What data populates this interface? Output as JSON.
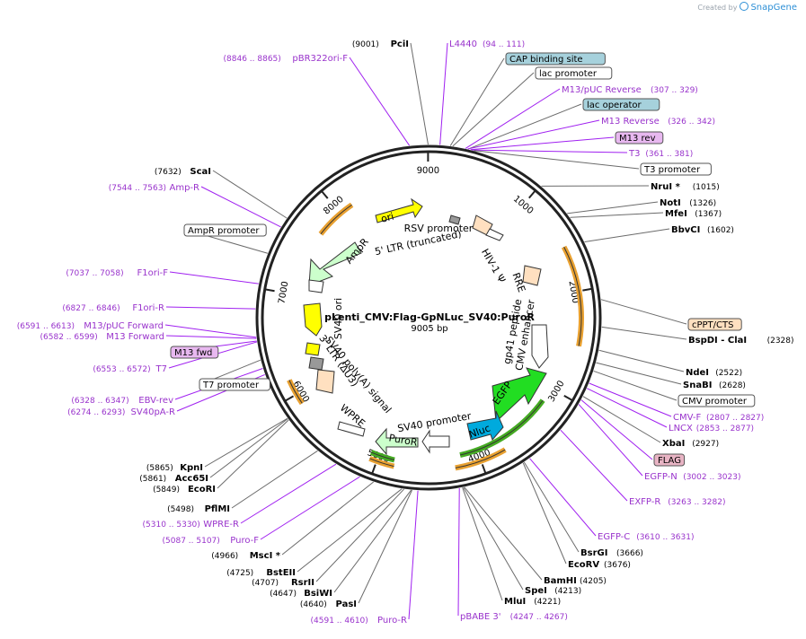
{
  "credit": {
    "created_by": "Created by",
    "brand": "SnapGene"
  },
  "plasmid": {
    "name": "pLenti_CMV:Flag-GpNLuc_SV40:PuroR",
    "size_label": "9005 bp",
    "length": 9005
  },
  "ruler_labels": [
    "1000",
    "2000",
    "3000",
    "4000",
    "5000",
    "6000",
    "7000",
    "8000",
    "9000"
  ],
  "colors": {
    "enzyme_line": "#6b6b6b",
    "feature_line": "#a020f0",
    "feature_text": "#9933cc",
    "promoter_arrow": "#ffffff",
    "ori": "#ffff00",
    "ampr": "#ccffcc",
    "egfp": "#22dd22",
    "nluc": "#00aadd",
    "puror": "#ccffcc",
    "ltr": "#ffe0c0",
    "orange_arc": "#e8a030",
    "green_arc": "#44aa22",
    "cap": "#a6d1dc",
    "flag": "#e8b4c4",
    "m13": "#e8b8f0",
    "cppt": "#ffe0c0"
  },
  "inner_labels": [
    {
      "text": "ori"
    },
    {
      "text": "RSV promoter"
    },
    {
      "text": "5' LTR (truncated)"
    },
    {
      "text": "AmpR"
    },
    {
      "text": "HIV-1 Ψ"
    },
    {
      "text": "RRE"
    },
    {
      "text": "gp41 peptide"
    },
    {
      "text": "CMV enhancer"
    },
    {
      "text": "EGFP"
    },
    {
      "text": "Nluc"
    },
    {
      "text": "SV40 promoter"
    },
    {
      "text": "PuroR"
    },
    {
      "text": "SV40 ori"
    },
    {
      "text": "SV40 poly(A) signal"
    },
    {
      "text": "3' LTR (ΔU3)"
    },
    {
      "text": "WPRE"
    }
  ],
  "annotations": [
    {
      "name": "PciI",
      "pos": "(9001)",
      "kind": "enzyme",
      "side": "L"
    },
    {
      "name": "L4440",
      "pos": "(94 .. 111)",
      "kind": "feature",
      "side": "R"
    },
    {
      "name": "pBR322ori-F",
      "pos": "(8846 .. 8865)",
      "kind": "feature",
      "side": "L"
    },
    {
      "name": "CAP binding site",
      "pos": "",
      "kind": "box",
      "style": "cap"
    },
    {
      "name": "lac promoter",
      "pos": "",
      "kind": "box",
      "style": "plain"
    },
    {
      "name": "M13/pUC Reverse",
      "pos": "(307 .. 329)",
      "kind": "feature",
      "side": "R"
    },
    {
      "name": "lac operator",
      "pos": "",
      "kind": "box",
      "style": "cap"
    },
    {
      "name": "M13 Reverse",
      "pos": "(326 .. 342)",
      "kind": "feature",
      "side": "R"
    },
    {
      "name": "M13 rev",
      "pos": "",
      "kind": "box",
      "style": "m13"
    },
    {
      "name": "T3",
      "pos": "(361 .. 381)",
      "kind": "feature",
      "side": "R"
    },
    {
      "name": "T3 promoter",
      "pos": "",
      "kind": "box",
      "style": "plain"
    },
    {
      "name": "NruI *",
      "pos": "(1015)",
      "kind": "enzyme",
      "side": "R"
    },
    {
      "name": "NotI",
      "pos": "(1326)",
      "kind": "enzyme",
      "side": "R"
    },
    {
      "name": "MfeI",
      "pos": "(1367)",
      "kind": "enzyme",
      "side": "R"
    },
    {
      "name": "BbvCI",
      "pos": "(1602)",
      "kind": "enzyme",
      "side": "R"
    },
    {
      "name": "cPPT/CTS",
      "pos": "",
      "kind": "box",
      "style": "cppt"
    },
    {
      "name": "BspDI - ClaI",
      "pos": "(2328)",
      "kind": "enzyme",
      "side": "R"
    },
    {
      "name": "NdeI",
      "pos": "(2522)",
      "kind": "enzyme",
      "side": "R"
    },
    {
      "name": "SnaBI",
      "pos": "(2628)",
      "kind": "enzyme",
      "side": "R"
    },
    {
      "name": "CMV promoter",
      "pos": "",
      "kind": "box",
      "style": "plain"
    },
    {
      "name": "CMV-F",
      "pos": "(2807 .. 2827)",
      "kind": "feature",
      "side": "R"
    },
    {
      "name": "LNCX",
      "pos": "(2853 .. 2877)",
      "kind": "feature",
      "side": "R"
    },
    {
      "name": "XbaI",
      "pos": "(2927)",
      "kind": "enzyme",
      "side": "R"
    },
    {
      "name": "FLAG",
      "pos": "",
      "kind": "box",
      "style": "flag"
    },
    {
      "name": "EGFP-N",
      "pos": "(3002 .. 3023)",
      "kind": "feature",
      "side": "R"
    },
    {
      "name": "EXFP-R",
      "pos": "(3263 .. 3282)",
      "kind": "feature",
      "side": "R"
    },
    {
      "name": "EGFP-C",
      "pos": "(3610 .. 3631)",
      "kind": "feature",
      "side": "R"
    },
    {
      "name": "BsrGI",
      "pos": "(3666)",
      "kind": "enzyme",
      "side": "R"
    },
    {
      "name": "EcoRV",
      "pos": "(3676)",
      "kind": "enzyme",
      "side": "R"
    },
    {
      "name": "BamHI",
      "pos": "(4205)",
      "kind": "enzyme",
      "side": "R"
    },
    {
      "name": "SpeI",
      "pos": "(4213)",
      "kind": "enzyme",
      "side": "R"
    },
    {
      "name": "MluI",
      "pos": "(4221)",
      "kind": "enzyme",
      "side": "R"
    },
    {
      "name": "pBABE 3'",
      "pos": "(4247 .. 4267)",
      "kind": "feature",
      "side": "R"
    },
    {
      "name": "Puro-R",
      "pos": "(4591 .. 4610)",
      "kind": "feature",
      "side": "R"
    },
    {
      "name": "PasI",
      "pos": "(4640)",
      "kind": "enzyme",
      "side": "L"
    },
    {
      "name": "BsiWI",
      "pos": "(4647)",
      "kind": "enzyme",
      "side": "L"
    },
    {
      "name": "RsrII",
      "pos": "(4707)",
      "kind": "enzyme",
      "side": "L"
    },
    {
      "name": "BstEII",
      "pos": "(4725)",
      "kind": "enzyme",
      "side": "L"
    },
    {
      "name": "MscI *",
      "pos": "(4966)",
      "kind": "enzyme",
      "side": "L"
    },
    {
      "name": "Puro-F",
      "pos": "(5087 .. 5107)",
      "kind": "feature",
      "side": "L"
    },
    {
      "name": "WPRE-R",
      "pos": "(5310 .. 5330)",
      "kind": "feature",
      "side": "L"
    },
    {
      "name": "PflMI",
      "pos": "(5498)",
      "kind": "enzyme",
      "side": "L"
    },
    {
      "name": "EcoRI",
      "pos": "(5849)",
      "kind": "enzyme",
      "side": "L"
    },
    {
      "name": "Acc65I",
      "pos": "(5861)",
      "kind": "enzyme",
      "side": "L"
    },
    {
      "name": "KpnI",
      "pos": "(5865)",
      "kind": "enzyme",
      "side": "L"
    },
    {
      "name": "SV40pA-R",
      "pos": "(6274 .. 6293)",
      "kind": "feature",
      "side": "L"
    },
    {
      "name": "EBV-rev",
      "pos": "(6328 .. 6347)",
      "kind": "feature",
      "side": "L"
    },
    {
      "name": "T7 promoter",
      "pos": "",
      "kind": "box",
      "style": "plain"
    },
    {
      "name": "T7",
      "pos": "(6553 .. 6572)",
      "kind": "feature",
      "side": "L"
    },
    {
      "name": "M13 fwd",
      "pos": "",
      "kind": "box",
      "style": "m13"
    },
    {
      "name": "M13 Forward",
      "pos": "(6582 .. 6599)",
      "kind": "feature",
      "side": "L"
    },
    {
      "name": "M13/pUC Forward",
      "pos": "(6591 .. 6613)",
      "kind": "feature",
      "side": "L"
    },
    {
      "name": "F1ori-R",
      "pos": "(6827 .. 6846)",
      "kind": "feature",
      "side": "L"
    },
    {
      "name": "F1ori-F",
      "pos": "(7037 .. 7058)",
      "kind": "feature",
      "side": "L"
    },
    {
      "name": "AmpR promoter",
      "pos": "",
      "kind": "box",
      "style": "plain"
    },
    {
      "name": "Amp-R",
      "pos": "(7544 .. 7563)",
      "kind": "feature",
      "side": "L"
    },
    {
      "name": "ScaI",
      "pos": "(7632)",
      "kind": "enzyme",
      "side": "L"
    }
  ]
}
